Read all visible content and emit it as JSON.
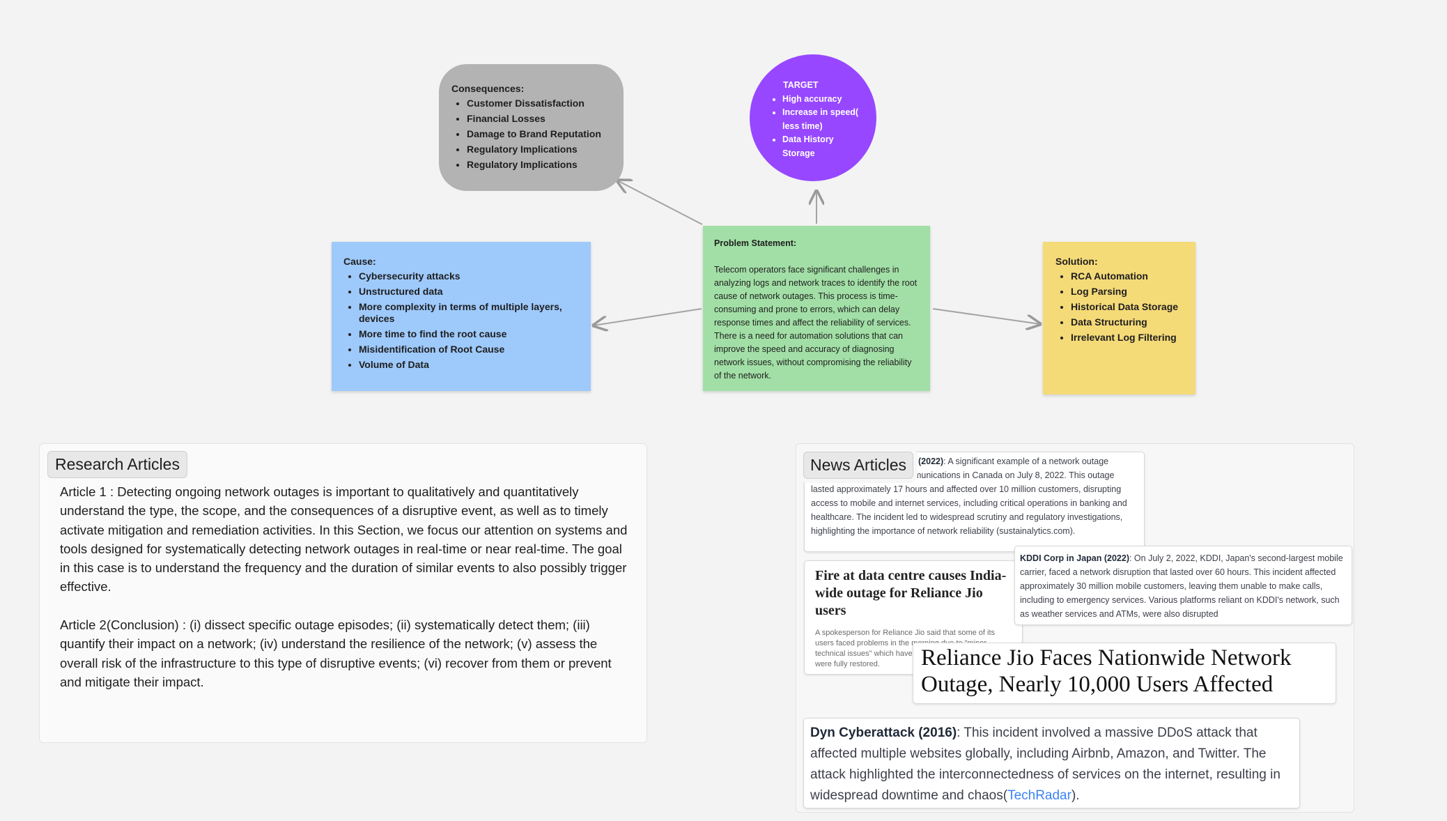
{
  "colors": {
    "consequences": "#b3b3b3",
    "target": "#9747ff",
    "cause": "#9ec9fb",
    "problem": "#a2dfa6",
    "solution": "#f5da78",
    "link": "#3b82f6"
  },
  "consequences": {
    "title": "Consequences:",
    "items": [
      "Customer Dissatisfaction",
      "Financial Losses",
      "Damage to Brand Reputation",
      "Regulatory Implications",
      "Regulatory Implications"
    ]
  },
  "target": {
    "title": "TARGET",
    "items": [
      "High accuracy",
      "Increase in speed( less time)",
      "Data History Storage"
    ]
  },
  "cause": {
    "title": "Cause:",
    "items": [
      "Cybersecurity attacks",
      "Unstructured data",
      "More complexity in terms of multiple layers, devices",
      "More time to find the root cause",
      "Misidentification of Root Cause",
      "Volume of Data"
    ]
  },
  "problem": {
    "title": "Problem Statement:",
    "text": "Telecom operators face significant challenges in analyzing logs and network traces to identify the root cause of network outages. This process is time-consuming and prone to errors, which can delay response times and affect the reliability of services. There is a need for automation solutions that can improve the speed and accuracy of diagnosing network issues, without compromising the reliability of the network."
  },
  "solution": {
    "title": "Solution:",
    "items": [
      "RCA Automation",
      "Log Parsing",
      "Historical Data Storage",
      "Data Structuring",
      "Irrelevant Log Filtering"
    ]
  },
  "research": {
    "title": "Research Articles",
    "article1": "Article 1 : Detecting ongoing network outages is important to qualitatively and quantitatively understand the type, the scope, and the consequences of a disruptive event, as well as to timely activate mitigation and remediation activities. In this Section, we focus our attention on systems and tools designed for systematically detecting network outages in real-time or near real-time. The goal in this case is to understand the frequency and the duration of similar events to also possibly trigger effective.",
    "article2": "Article 2(Conclusion) :  (i) dissect specific outage episodes; (ii) systematically detect them; (iii) quantify their impact on a network; (iv) understand the resilience of the network; (v) assess the overall risk of the infrastructure to this type of disruptive events; (vi) recover from them or prevent and mitigate their impact."
  },
  "news": {
    "title": "News Articles",
    "rogers": {
      "heading": "(2022)",
      "text": ": A significant example of a network outage occurred with Rogers Communications in Canada on July 8, 2022. This outage lasted approximately 17 hours and affected over 10 million customers, disrupting access to mobile and internet services, including critical operations in banking and healthcare. The incident led to widespread scrutiny and regulatory investigations, highlighting the importance of network reliability (sustainalytics.com)."
    },
    "fire": {
      "headline": "Fire at data centre causes India-wide outage for Reliance Jio users",
      "snippet": "A spokesperson for Reliance Jio said that some of its users faced problems in the morning due to \"minor technical issues\" which have been resolved and services were fully restored."
    },
    "kddi": {
      "heading": "KDDI Corp in Japan (2022)",
      "text": ": On July 2, 2022, KDDI, Japan's second-largest mobile carrier, faced a network disruption that lasted over 60 hours. This incident affected approximately 30 million mobile customers, leaving them unable to make calls, including to emergency services. Various platforms reliant on KDDI's network, such as weather services and ATMs, were also disrupted"
    },
    "jio": {
      "headline": "Reliance Jio Faces Nationwide Network Outage, Nearly 10,000 Users Affected"
    },
    "dyn": {
      "heading": "Dyn Cyberattack (2016)",
      "text": ": This incident involved a massive DDoS attack that affected multiple websites globally, including Airbnb, Amazon, and Twitter. The attack highlighted the interconnectedness of services on the internet, resulting in widespread downtime and chaos(",
      "link": "TechRadar",
      "tail": ")."
    }
  }
}
